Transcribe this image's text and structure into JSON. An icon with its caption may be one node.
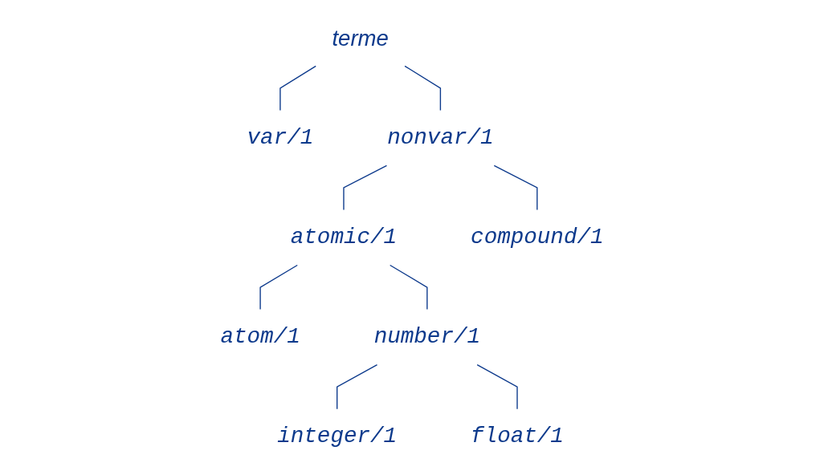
{
  "diagram": {
    "nodes": [
      {
        "text": [
          "terme"
        ]
      },
      {
        "text": [
          "var/1"
        ]
      },
      {
        "text": [
          "nonvar/1"
        ]
      },
      {
        "text": [
          "atomic/1"
        ]
      },
      {
        "text": [
          "compound/1"
        ]
      },
      {
        "text": [
          "atom/1"
        ]
      },
      {
        "text": [
          "number/1"
        ]
      },
      {
        "text": [
          "integer/1"
        ]
      },
      {
        "text": [
          "float/1"
        ]
      }
    ],
    "edges": [
      {
        "from": 0,
        "to": 1,
        "arrow": "none"
      },
      {
        "from": 0,
        "to": 2,
        "arrow": "none"
      },
      {
        "from": 2,
        "to": 3,
        "arrow": "none"
      },
      {
        "from": 2,
        "to": 4,
        "arrow": "none"
      },
      {
        "from": 3,
        "to": 5,
        "arrow": "none"
      },
      {
        "from": 3,
        "to": 6,
        "arrow": "none"
      },
      {
        "from": 6,
        "to": 7,
        "arrow": "none"
      },
      {
        "from": 6,
        "to": 8,
        "arrow": "none"
      }
    ]
  }
}
